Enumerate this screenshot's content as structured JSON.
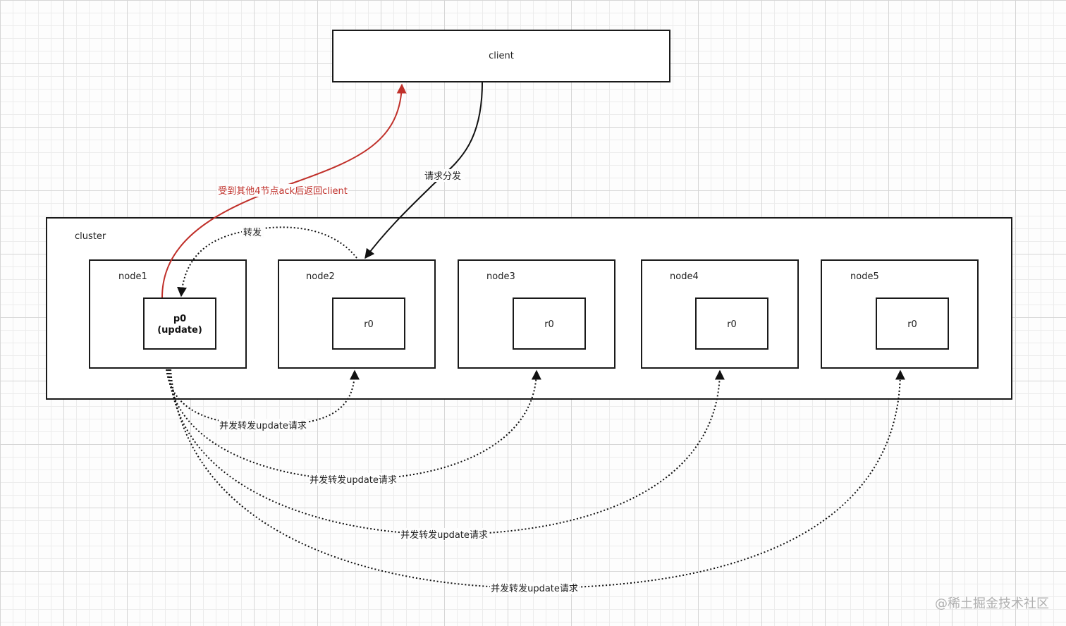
{
  "client": {
    "label": "client"
  },
  "cluster": {
    "label": "cluster"
  },
  "nodes": [
    {
      "label": "node1",
      "shard_title": "p0",
      "shard_sub": "(update)"
    },
    {
      "label": "node2",
      "shard_title": "r0"
    },
    {
      "label": "node3",
      "shard_title": "r0"
    },
    {
      "label": "node4",
      "shard_title": "r0"
    },
    {
      "label": "node5",
      "shard_title": "r0"
    }
  ],
  "edges": {
    "dispatch": "请求分发",
    "forward": "转发",
    "ack_return": "受到其他4节点ack后返回client",
    "parallel": [
      "并发转发update请求",
      "并发转发update请求",
      "并发转发update请求",
      "并发转发update请求"
    ]
  },
  "watermark": "@稀土掘金技术社区",
  "colors": {
    "red_edge": "#c0302a",
    "line": "#111111"
  }
}
